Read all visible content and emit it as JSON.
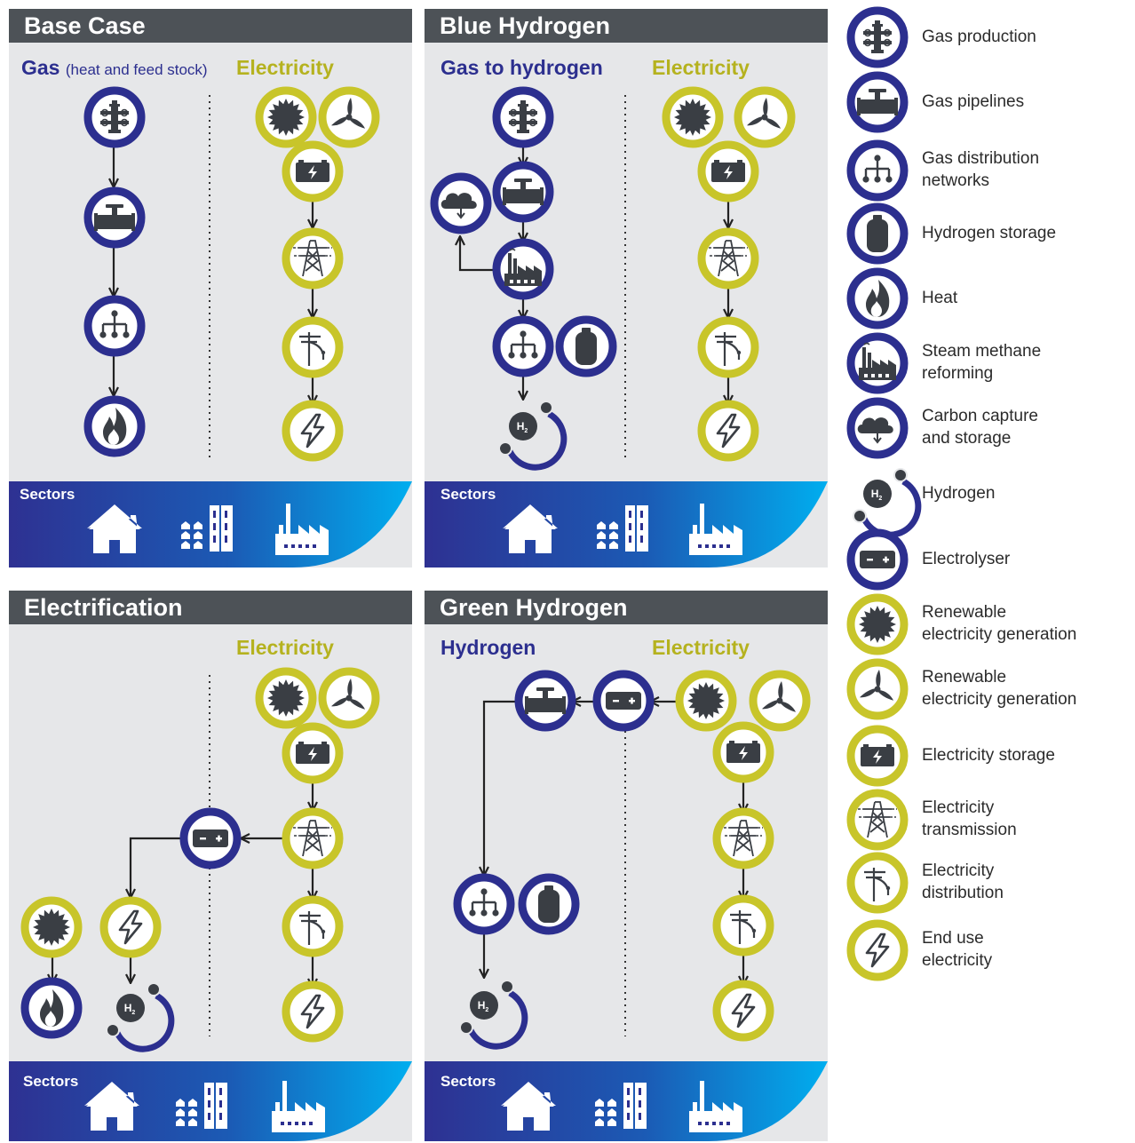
{
  "colors": {
    "header_bg": "#4d5257",
    "panel_bg": "#e6e7e9",
    "gas_blue": "#2c2f8f",
    "electric_yellow": "#c8c52a",
    "electric_text": "#b5b21f",
    "icon_dark": "#3a3e44",
    "sectors_gradient_start": "#2e3192",
    "sectors_gradient_end": "#00aeef"
  },
  "panels": {
    "base_case": {
      "title": "Base Case",
      "gas_label": "Gas",
      "gas_sublabel": "(heat and feed stock)",
      "electricity_label": "Electricity",
      "sectors_label": "Sectors"
    },
    "blue_hydrogen": {
      "title": "Blue Hydrogen",
      "gas_label": "Gas to hydrogen",
      "electricity_label": "Electricity",
      "sectors_label": "Sectors"
    },
    "electrification": {
      "title": "Electrification",
      "electricity_label": "Electricity",
      "sectors_label": "Sectors"
    },
    "green_hydrogen": {
      "title": "Green Hydrogen",
      "hydrogen_label": "Hydrogen",
      "electricity_label": "Electricity",
      "sectors_label": "Sectors"
    }
  },
  "sector_icons": [
    "house-icon",
    "buildings-icon",
    "factory-icon"
  ],
  "legend": [
    {
      "icon": "gas-production-icon",
      "style": "gas",
      "label": "Gas production"
    },
    {
      "icon": "gas-pipeline-icon",
      "style": "gas",
      "label": "Gas pipelines"
    },
    {
      "icon": "gas-distribution-icon",
      "style": "gas",
      "label": "Gas distribution networks"
    },
    {
      "icon": "hydrogen-storage-icon",
      "style": "gas",
      "label": "Hydrogen storage"
    },
    {
      "icon": "heat-flame-icon",
      "style": "gas",
      "label": "Heat"
    },
    {
      "icon": "steam-methane-reforming-icon",
      "style": "gas",
      "label": "Steam methane reforming"
    },
    {
      "icon": "carbon-capture-icon",
      "style": "gas",
      "label": "Carbon capture and storage"
    },
    {
      "icon": "hydrogen-icon",
      "style": "h2",
      "label": "Hydrogen",
      "icon_text": "H2"
    },
    {
      "icon": "electrolyser-icon",
      "style": "gas",
      "label": "Electrolyser"
    },
    {
      "icon": "solar-sun-icon",
      "style": "elec",
      "label": "Renewable electricity generation"
    },
    {
      "icon": "wind-turbine-icon",
      "style": "elec",
      "label": "Renewable electricity generation"
    },
    {
      "icon": "battery-storage-icon",
      "style": "elec",
      "label": "Electricity storage"
    },
    {
      "icon": "transmission-tower-icon",
      "style": "elec",
      "label": "Electricity transmission"
    },
    {
      "icon": "distribution-pole-icon",
      "style": "elec",
      "label": "Electricity distribution"
    },
    {
      "icon": "end-use-bolt-icon",
      "style": "elec",
      "label": "End use electricity"
    }
  ]
}
